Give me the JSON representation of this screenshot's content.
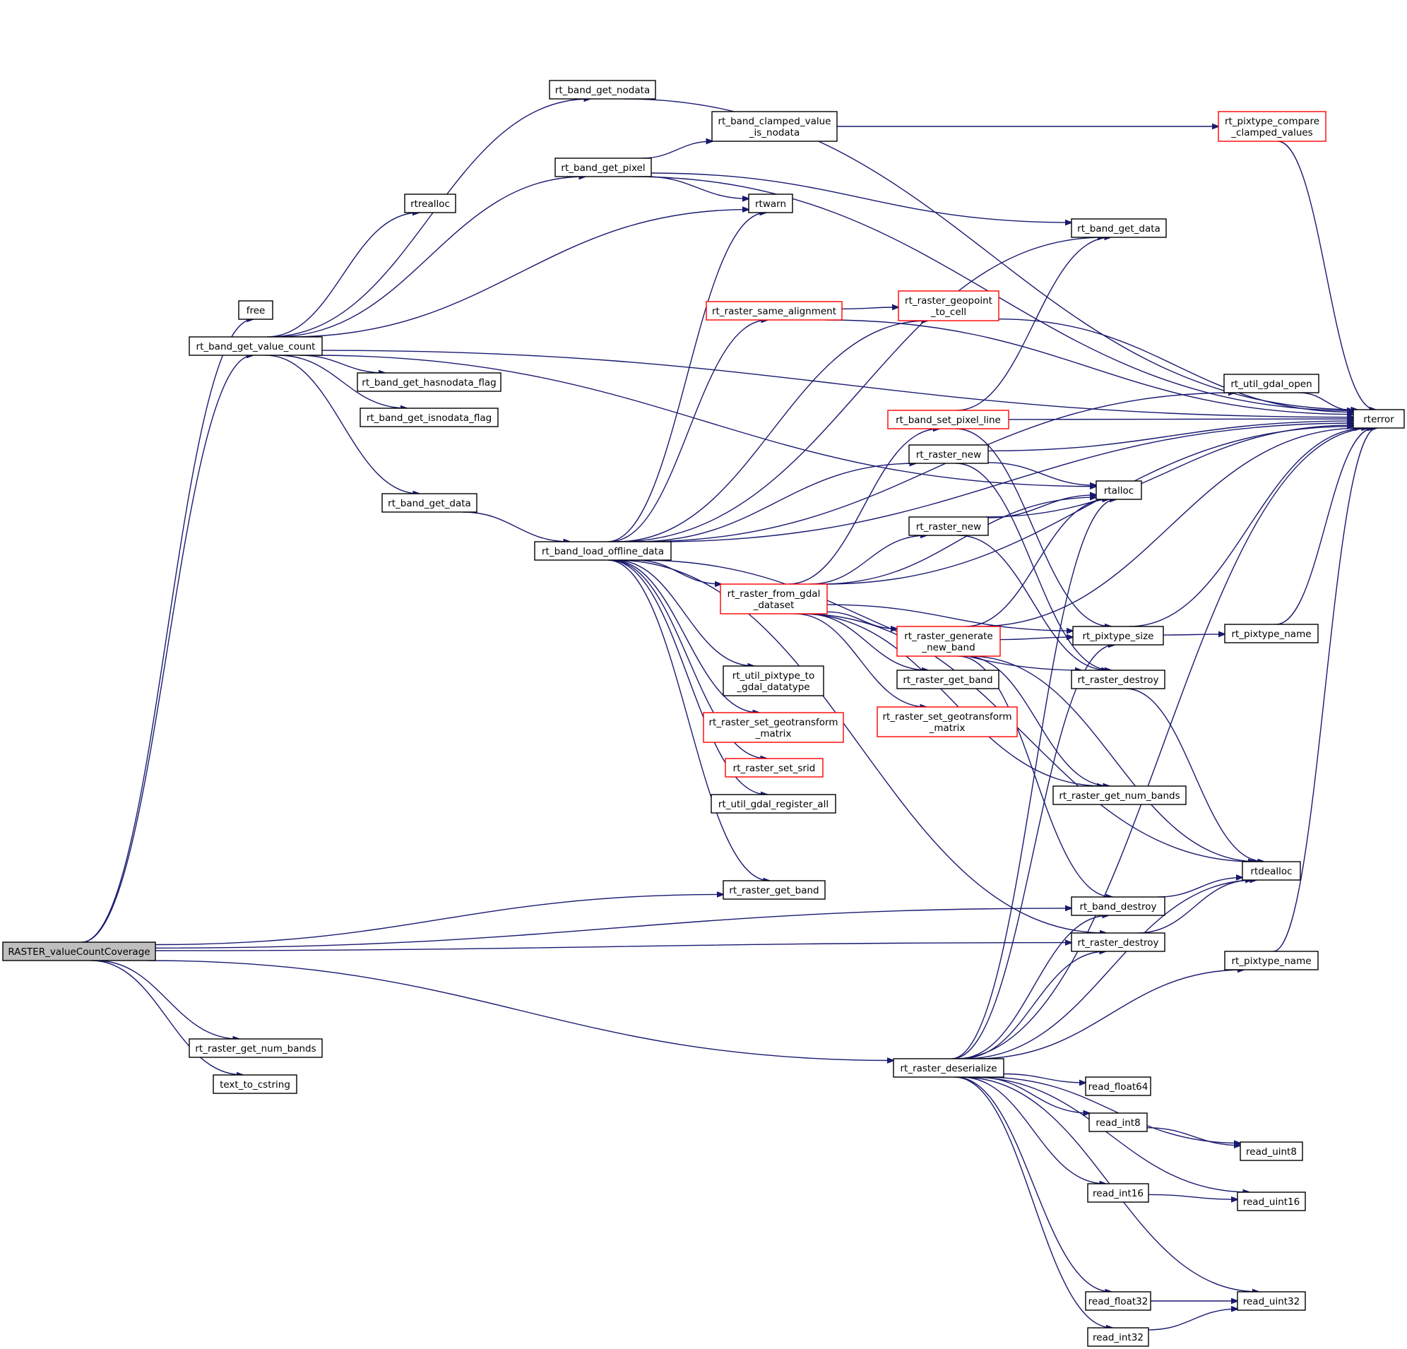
{
  "graph": {
    "colors": {
      "edge": "#191970",
      "node_border": "#000000",
      "incomplete_border": "#ff0000",
      "root_fill": "#bfbfbf",
      "node_fill": "#ffffff"
    },
    "nodes": [
      {
        "id": "root",
        "lines": [
          "RASTER_valueCountCoverage"
        ],
        "style": "root"
      },
      {
        "id": "free",
        "lines": [
          "free"
        ],
        "style": "normal"
      },
      {
        "id": "rt_band_get_value_count",
        "lines": [
          "rt_band_get_value_count"
        ],
        "style": "normal"
      },
      {
        "id": "rt_raster_get_num_bands_l",
        "lines": [
          "rt_raster_get_num_bands"
        ],
        "style": "normal"
      },
      {
        "id": "text_to_cstring",
        "lines": [
          "text_to_cstring"
        ],
        "style": "normal"
      },
      {
        "id": "rtrealloc",
        "lines": [
          "rtrealloc"
        ],
        "style": "normal"
      },
      {
        "id": "rt_band_get_hasnodata_flag",
        "lines": [
          "rt_band_get_hasnodata_flag"
        ],
        "style": "normal"
      },
      {
        "id": "rt_band_get_isnodata_flag",
        "lines": [
          "rt_band_get_isnodata_flag"
        ],
        "style": "normal"
      },
      {
        "id": "rt_band_get_data_l",
        "lines": [
          "rt_band_get_data"
        ],
        "style": "normal"
      },
      {
        "id": "rt_band_get_nodata",
        "lines": [
          "rt_band_get_nodata"
        ],
        "style": "normal"
      },
      {
        "id": "rt_band_get_pixel",
        "lines": [
          "rt_band_get_pixel"
        ],
        "style": "normal"
      },
      {
        "id": "rt_band_load_offline_data",
        "lines": [
          "rt_band_load_offline_data"
        ],
        "style": "normal"
      },
      {
        "id": "rt_band_clamped_value_is_nodata",
        "lines": [
          "rt_band_clamped_value",
          "_is_nodata"
        ],
        "style": "normal"
      },
      {
        "id": "rtwarn",
        "lines": [
          "rtwarn"
        ],
        "style": "normal"
      },
      {
        "id": "rt_raster_same_alignment",
        "lines": [
          "rt_raster_same_alignment"
        ],
        "style": "incomplete"
      },
      {
        "id": "rt_raster_from_gdal_dataset",
        "lines": [
          "rt_raster_from_gdal",
          "_dataset"
        ],
        "style": "incomplete"
      },
      {
        "id": "rt_util_pixtype_to_gdal_datatype",
        "lines": [
          "rt_util_pixtype_to",
          "_gdal_datatype"
        ],
        "style": "normal"
      },
      {
        "id": "rt_raster_set_geotransform_matrix_l",
        "lines": [
          "rt_raster_set_geotransform",
          "_matrix"
        ],
        "style": "incomplete"
      },
      {
        "id": "rt_raster_set_srid",
        "lines": [
          "rt_raster_set_srid"
        ],
        "style": "incomplete"
      },
      {
        "id": "rt_util_gdal_register_all",
        "lines": [
          "rt_util_gdal_register_all"
        ],
        "style": "normal"
      },
      {
        "id": "rt_raster_get_band_l",
        "lines": [
          "rt_raster_get_band"
        ],
        "style": "normal"
      },
      {
        "id": "rt_raster_geopoint_to_cell",
        "lines": [
          "rt_raster_geopoint",
          "_to_cell"
        ],
        "style": "incomplete"
      },
      {
        "id": "rt_band_set_pixel_line",
        "lines": [
          "rt_band_set_pixel_line"
        ],
        "style": "incomplete"
      },
      {
        "id": "rt_raster_new_1",
        "lines": [
          "rt_raster_new"
        ],
        "style": "normal"
      },
      {
        "id": "rt_raster_new_2",
        "lines": [
          "rt_raster_new"
        ],
        "style": "normal"
      },
      {
        "id": "rt_raster_generate_new_band",
        "lines": [
          "rt_raster_generate",
          "_new_band"
        ],
        "style": "incomplete"
      },
      {
        "id": "rt_raster_get_band_m",
        "lines": [
          "rt_raster_get_band"
        ],
        "style": "normal"
      },
      {
        "id": "rt_raster_set_geotransform_matrix_m",
        "lines": [
          "rt_raster_set_geotransform",
          "_matrix"
        ],
        "style": "incomplete"
      },
      {
        "id": "rt_raster_deserialize",
        "lines": [
          "rt_raster_deserialize"
        ],
        "style": "normal"
      },
      {
        "id": "rt_band_get_data_r",
        "lines": [
          "rt_band_get_data"
        ],
        "style": "normal"
      },
      {
        "id": "rtalloc",
        "lines": [
          "rtalloc"
        ],
        "style": "normal"
      },
      {
        "id": "rt_pixtype_size",
        "lines": [
          "rt_pixtype_size"
        ],
        "style": "normal"
      },
      {
        "id": "rt_raster_destroy_1",
        "lines": [
          "rt_raster_destroy"
        ],
        "style": "normal"
      },
      {
        "id": "rt_raster_get_num_bands_r",
        "lines": [
          "rt_raster_get_num_bands"
        ],
        "style": "normal"
      },
      {
        "id": "rt_band_destroy",
        "lines": [
          "rt_band_destroy"
        ],
        "style": "normal"
      },
      {
        "id": "rt_raster_destroy_2",
        "lines": [
          "rt_raster_destroy"
        ],
        "style": "normal"
      },
      {
        "id": "read_float64",
        "lines": [
          "read_float64"
        ],
        "style": "normal"
      },
      {
        "id": "read_int8",
        "lines": [
          "read_int8"
        ],
        "style": "normal"
      },
      {
        "id": "read_int16",
        "lines": [
          "read_int16"
        ],
        "style": "normal"
      },
      {
        "id": "read_float32",
        "lines": [
          "read_float32"
        ],
        "style": "normal"
      },
      {
        "id": "read_int32",
        "lines": [
          "read_int32"
        ],
        "style": "normal"
      },
      {
        "id": "rt_pixtype_compare_clamped_values",
        "lines": [
          "rt_pixtype_compare",
          "_clamped_values"
        ],
        "style": "incomplete"
      },
      {
        "id": "rt_util_gdal_open",
        "lines": [
          "rt_util_gdal_open"
        ],
        "style": "normal"
      },
      {
        "id": "rt_pixtype_name_1",
        "lines": [
          "rt_pixtype_name"
        ],
        "style": "normal"
      },
      {
        "id": "rt_pixtype_name_2",
        "lines": [
          "rt_pixtype_name"
        ],
        "style": "normal"
      },
      {
        "id": "rtdealloc",
        "lines": [
          "rtdealloc"
        ],
        "style": "normal"
      },
      {
        "id": "read_uint8",
        "lines": [
          "read_uint8"
        ],
        "style": "normal"
      },
      {
        "id": "read_uint16",
        "lines": [
          "read_uint16"
        ],
        "style": "normal"
      },
      {
        "id": "read_uint32",
        "lines": [
          "read_uint32"
        ],
        "style": "normal"
      },
      {
        "id": "rterror",
        "lines": [
          "rterror"
        ],
        "style": "normal"
      }
    ],
    "edges": [
      [
        "root",
        "free"
      ],
      [
        "root",
        "rt_band_get_value_count"
      ],
      [
        "root",
        "rt_raster_get_band_l"
      ],
      [
        "root",
        "rt_band_destroy"
      ],
      [
        "root",
        "rt_raster_destroy_2"
      ],
      [
        "root",
        "rt_raster_get_num_bands_l"
      ],
      [
        "root",
        "text_to_cstring"
      ],
      [
        "root",
        "rt_raster_deserialize"
      ],
      [
        "rt_band_get_value_count",
        "rtrealloc"
      ],
      [
        "rt_band_get_value_count",
        "rt_band_get_nodata"
      ],
      [
        "rt_band_get_value_count",
        "rt_band_get_pixel"
      ],
      [
        "rt_band_get_value_count",
        "rtwarn"
      ],
      [
        "rt_band_get_value_count",
        "rt_band_get_hasnodata_flag"
      ],
      [
        "rt_band_get_value_count",
        "rt_band_get_isnodata_flag"
      ],
      [
        "rt_band_get_value_count",
        "rt_band_get_data_l"
      ],
      [
        "rt_band_get_value_count",
        "rtalloc"
      ],
      [
        "rt_band_get_value_count",
        "rterror"
      ],
      [
        "rt_band_get_data_l",
        "rt_band_load_offline_data"
      ],
      [
        "rt_band_get_nodata",
        "rterror"
      ],
      [
        "rt_band_get_pixel",
        "rt_band_clamped_value_is_nodata"
      ],
      [
        "rt_band_get_pixel",
        "rtwarn"
      ],
      [
        "rt_band_get_pixel",
        "rt_band_get_data_r"
      ],
      [
        "rt_band_get_pixel",
        "rterror"
      ],
      [
        "rt_band_clamped_value_is_nodata",
        "rt_pixtype_compare_clamped_values"
      ],
      [
        "rt_pixtype_compare_clamped_values",
        "rterror"
      ],
      [
        "rt_band_load_offline_data",
        "rtwarn"
      ],
      [
        "rt_band_load_offline_data",
        "rt_band_get_data_r"
      ],
      [
        "rt_band_load_offline_data",
        "rt_raster_same_alignment"
      ],
      [
        "rt_band_load_offline_data",
        "rt_raster_geopoint_to_cell"
      ],
      [
        "rt_band_load_offline_data",
        "rt_util_gdal_open"
      ],
      [
        "rt_band_load_offline_data",
        "rt_raster_new_1"
      ],
      [
        "rt_band_load_offline_data",
        "rt_raster_from_gdal_dataset"
      ],
      [
        "rt_band_load_offline_data",
        "rt_util_pixtype_to_gdal_datatype"
      ],
      [
        "rt_band_load_offline_data",
        "rt_raster_set_geotransform_matrix_l"
      ],
      [
        "rt_band_load_offline_data",
        "rt_raster_set_srid"
      ],
      [
        "rt_band_load_offline_data",
        "rt_util_gdal_register_all"
      ],
      [
        "rt_band_load_offline_data",
        "rt_raster_get_band_l"
      ],
      [
        "rt_band_load_offline_data",
        "rt_raster_destroy_1"
      ],
      [
        "rt_band_load_offline_data",
        "rt_raster_destroy_2"
      ],
      [
        "rt_band_load_offline_data",
        "rterror"
      ],
      [
        "rt_raster_same_alignment",
        "rt_raster_geopoint_to_cell"
      ],
      [
        "rt_raster_same_alignment",
        "rterror"
      ],
      [
        "rt_raster_geopoint_to_cell",
        "rterror"
      ],
      [
        "rt_band_set_pixel_line",
        "rt_band_get_data_r"
      ],
      [
        "rt_band_set_pixel_line",
        "rt_pixtype_size"
      ],
      [
        "rt_band_set_pixel_line",
        "rterror"
      ],
      [
        "rt_raster_new_1",
        "rtalloc"
      ],
      [
        "rt_raster_new_1",
        "rt_raster_destroy_1"
      ],
      [
        "rt_raster_new_1",
        "rterror"
      ],
      [
        "rt_raster_new_2",
        "rtalloc"
      ],
      [
        "rt_raster_new_2",
        "rt_raster_destroy_1"
      ],
      [
        "rt_raster_new_2",
        "rterror"
      ],
      [
        "rt_raster_from_gdal_dataset",
        "rt_band_set_pixel_line"
      ],
      [
        "rt_raster_from_gdal_dataset",
        "rtalloc"
      ],
      [
        "rt_raster_from_gdal_dataset",
        "rt_raster_new_2"
      ],
      [
        "rt_raster_from_gdal_dataset",
        "rt_raster_generate_new_band"
      ],
      [
        "rt_raster_from_gdal_dataset",
        "rt_pixtype_size"
      ],
      [
        "rt_raster_from_gdal_dataset",
        "rt_raster_get_band_m"
      ],
      [
        "rt_raster_from_gdal_dataset",
        "rt_raster_set_geotransform_matrix_m"
      ],
      [
        "rt_raster_from_gdal_dataset",
        "rt_raster_get_num_bands_r"
      ],
      [
        "rt_raster_from_gdal_dataset",
        "rtdealloc"
      ],
      [
        "rt_raster_from_gdal_dataset",
        "rterror"
      ],
      [
        "rt_raster_generate_new_band",
        "rtalloc"
      ],
      [
        "rt_raster_generate_new_band",
        "rt_pixtype_size"
      ],
      [
        "rt_raster_generate_new_band",
        "rt_raster_get_num_bands_r"
      ],
      [
        "rt_raster_generate_new_band",
        "rt_band_destroy"
      ],
      [
        "rt_raster_generate_new_band",
        "rtdealloc"
      ],
      [
        "rt_raster_generate_new_band",
        "rterror"
      ],
      [
        "rt_pixtype_size",
        "rt_pixtype_name_1"
      ],
      [
        "rt_pixtype_size",
        "rterror"
      ],
      [
        "rt_pixtype_name_1",
        "rterror"
      ],
      [
        "rt_util_gdal_open",
        "rterror"
      ],
      [
        "rt_raster_destroy_1",
        "rtdealloc"
      ],
      [
        "rt_band_destroy",
        "rtdealloc"
      ],
      [
        "rt_raster_destroy_2",
        "rtdealloc"
      ],
      [
        "rt_raster_deserialize",
        "rtalloc"
      ],
      [
        "rt_raster_deserialize",
        "rt_pixtype_size"
      ],
      [
        "rt_raster_deserialize",
        "rt_band_destroy"
      ],
      [
        "rt_raster_deserialize",
        "rt_raster_destroy_2"
      ],
      [
        "rt_raster_deserialize",
        "rtdealloc"
      ],
      [
        "rt_raster_deserialize",
        "rt_pixtype_name_2"
      ],
      [
        "rt_raster_deserialize",
        "rterror"
      ],
      [
        "rt_raster_deserialize",
        "read_float64"
      ],
      [
        "rt_raster_deserialize",
        "read_int8"
      ],
      [
        "rt_raster_deserialize",
        "read_uint8"
      ],
      [
        "rt_raster_deserialize",
        "read_int16"
      ],
      [
        "rt_raster_deserialize",
        "read_uint16"
      ],
      [
        "rt_raster_deserialize",
        "read_uint32"
      ],
      [
        "rt_raster_deserialize",
        "read_float32"
      ],
      [
        "rt_raster_deserialize",
        "read_int32"
      ],
      [
        "rt_pixtype_name_2",
        "rterror"
      ],
      [
        "read_int8",
        "read_uint8"
      ],
      [
        "read_int16",
        "read_uint16"
      ],
      [
        "read_float32",
        "read_uint32"
      ],
      [
        "read_int32",
        "read_uint32"
      ]
    ]
  }
}
